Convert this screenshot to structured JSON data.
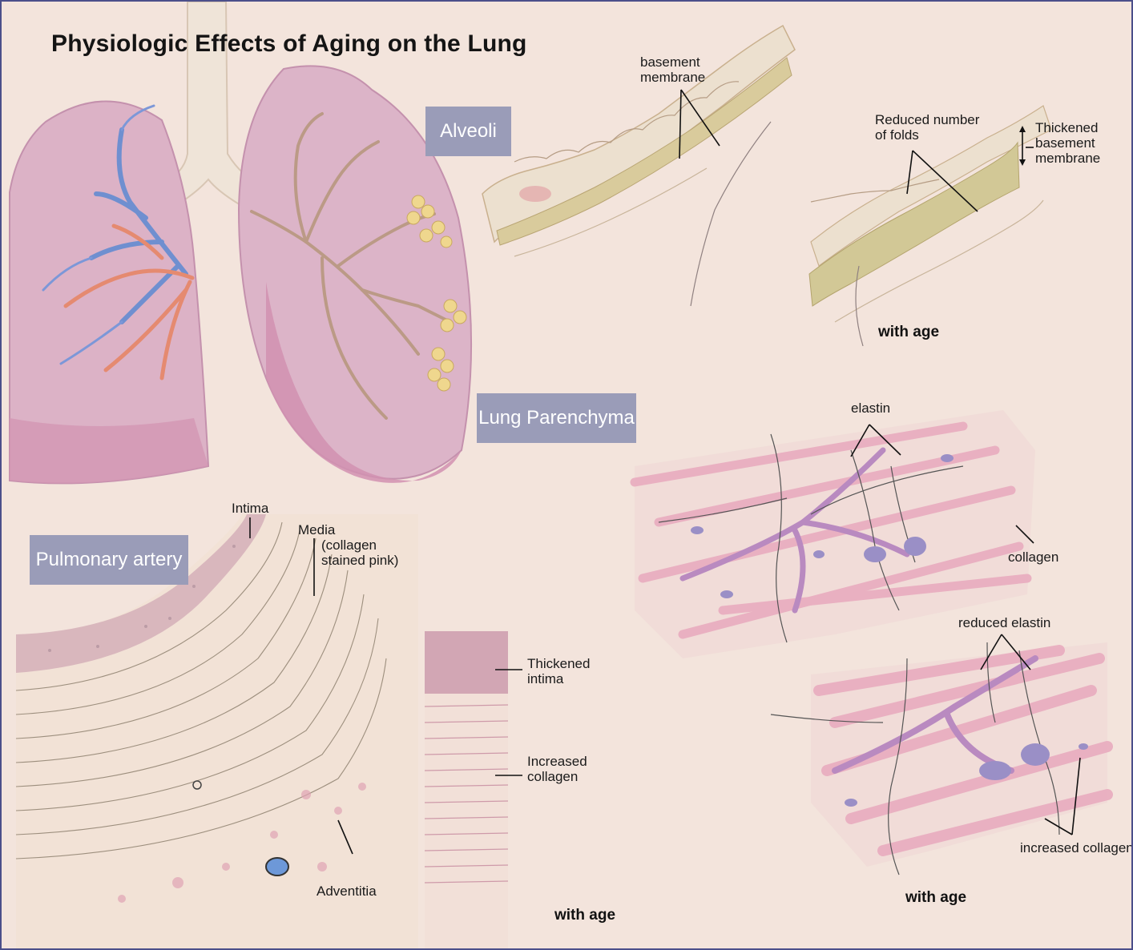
{
  "title": "Physiologic Effects of Aging on the Lung",
  "section_boxes": {
    "alveoli": "Alveoli",
    "parenchyma": "Lung Parenchyma",
    "artery": "Pulmonary artery"
  },
  "labels": {
    "basement_membrane": [
      "basement",
      "membrane"
    ],
    "reduced_folds": [
      "Reduced number",
      "of folds"
    ],
    "thickened_bm": [
      "Thickened",
      "basement",
      "membrane"
    ],
    "elastin": "elastin",
    "collagen": "collagen",
    "reduced_elastin": "reduced elastin",
    "increased_collagen_parenchyma": "increased collagen",
    "intima": "Intima",
    "media": [
      "Media",
      "(collagen",
      "stained pink)"
    ],
    "adventitia": "Adventitia",
    "thickened_intima": [
      "Thickened",
      "intima"
    ],
    "increased_collagen_artery": [
      "Increased",
      "collagen"
    ]
  },
  "with_age": {
    "alveoli": "with age",
    "parenchyma": "with age",
    "artery": "with age"
  },
  "colors": {
    "frame": "#4b4f8a",
    "background": "#f3e4dc",
    "section_box": "#9a9cb8",
    "lung": "#dbb3c6",
    "bronchi_vein": "#6f8fd0",
    "artery_vessel": "#e58a70",
    "membrane": "#d9cb9c",
    "collagen_fiber": "#e8a9bd",
    "elastin_cell": "#b98ac0"
  }
}
